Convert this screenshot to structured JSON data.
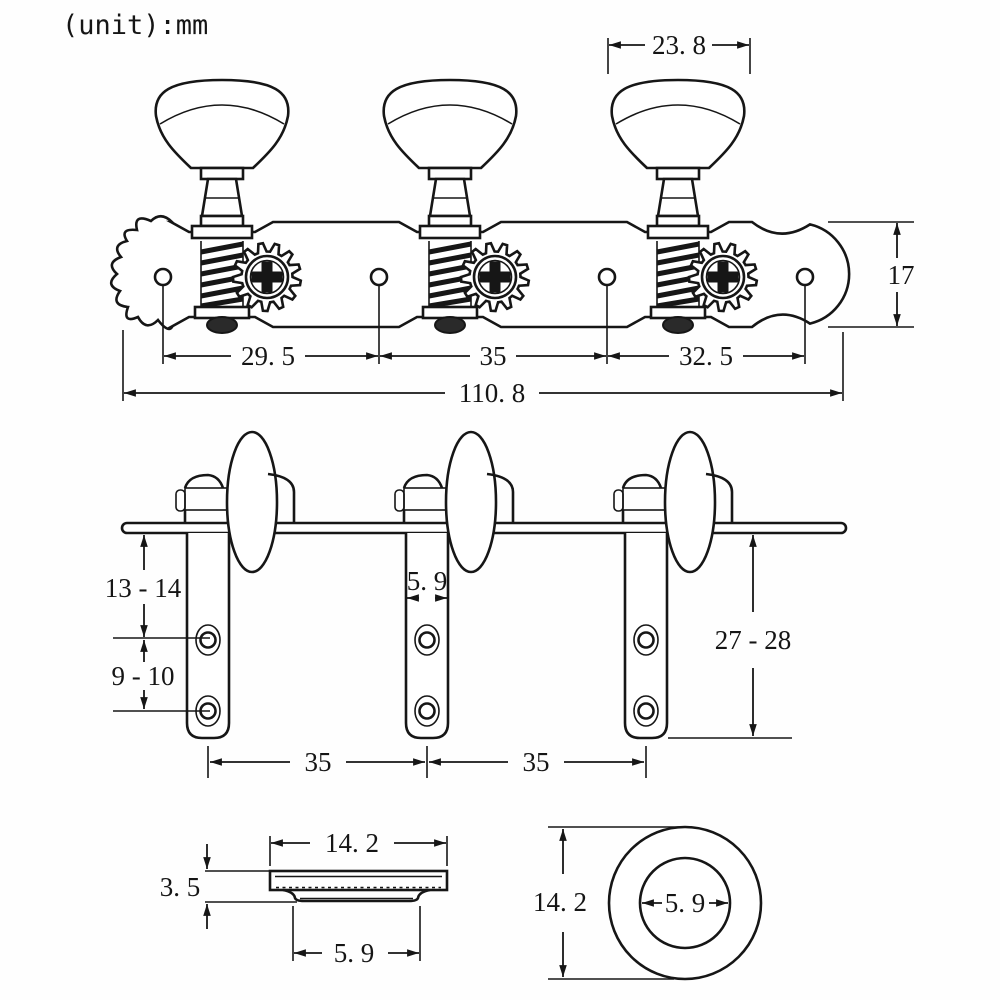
{
  "page": {
    "unit_label": "(unit):mm"
  },
  "front_view": {
    "name": "tuning-machine-plate-front-view",
    "dims": {
      "knob_width": "23. 8",
      "plate_height": "17",
      "hole_pitch_1": "29. 5",
      "hole_pitch_2": "35",
      "hole_pitch_3": "32. 5",
      "overall_length": "110. 8"
    }
  },
  "side_view": {
    "name": "tuning-machine-side-view",
    "dims": {
      "plate_to_first_hole": "13 - 14",
      "between_holes": "9 - 10",
      "post_width": "5. 9",
      "post_length": "27 - 28",
      "post_pitch_left": "35",
      "post_pitch_right": "35"
    }
  },
  "bushing_side_view": {
    "name": "bushing-profile-view",
    "dims": {
      "flange_width": "14. 2",
      "height": "3. 5",
      "boss_width": "5. 9"
    }
  },
  "bushing_top_view": {
    "name": "bushing-face-view",
    "dims": {
      "outer_diameter": "14. 2",
      "bore_diameter": "5. 9"
    }
  }
}
